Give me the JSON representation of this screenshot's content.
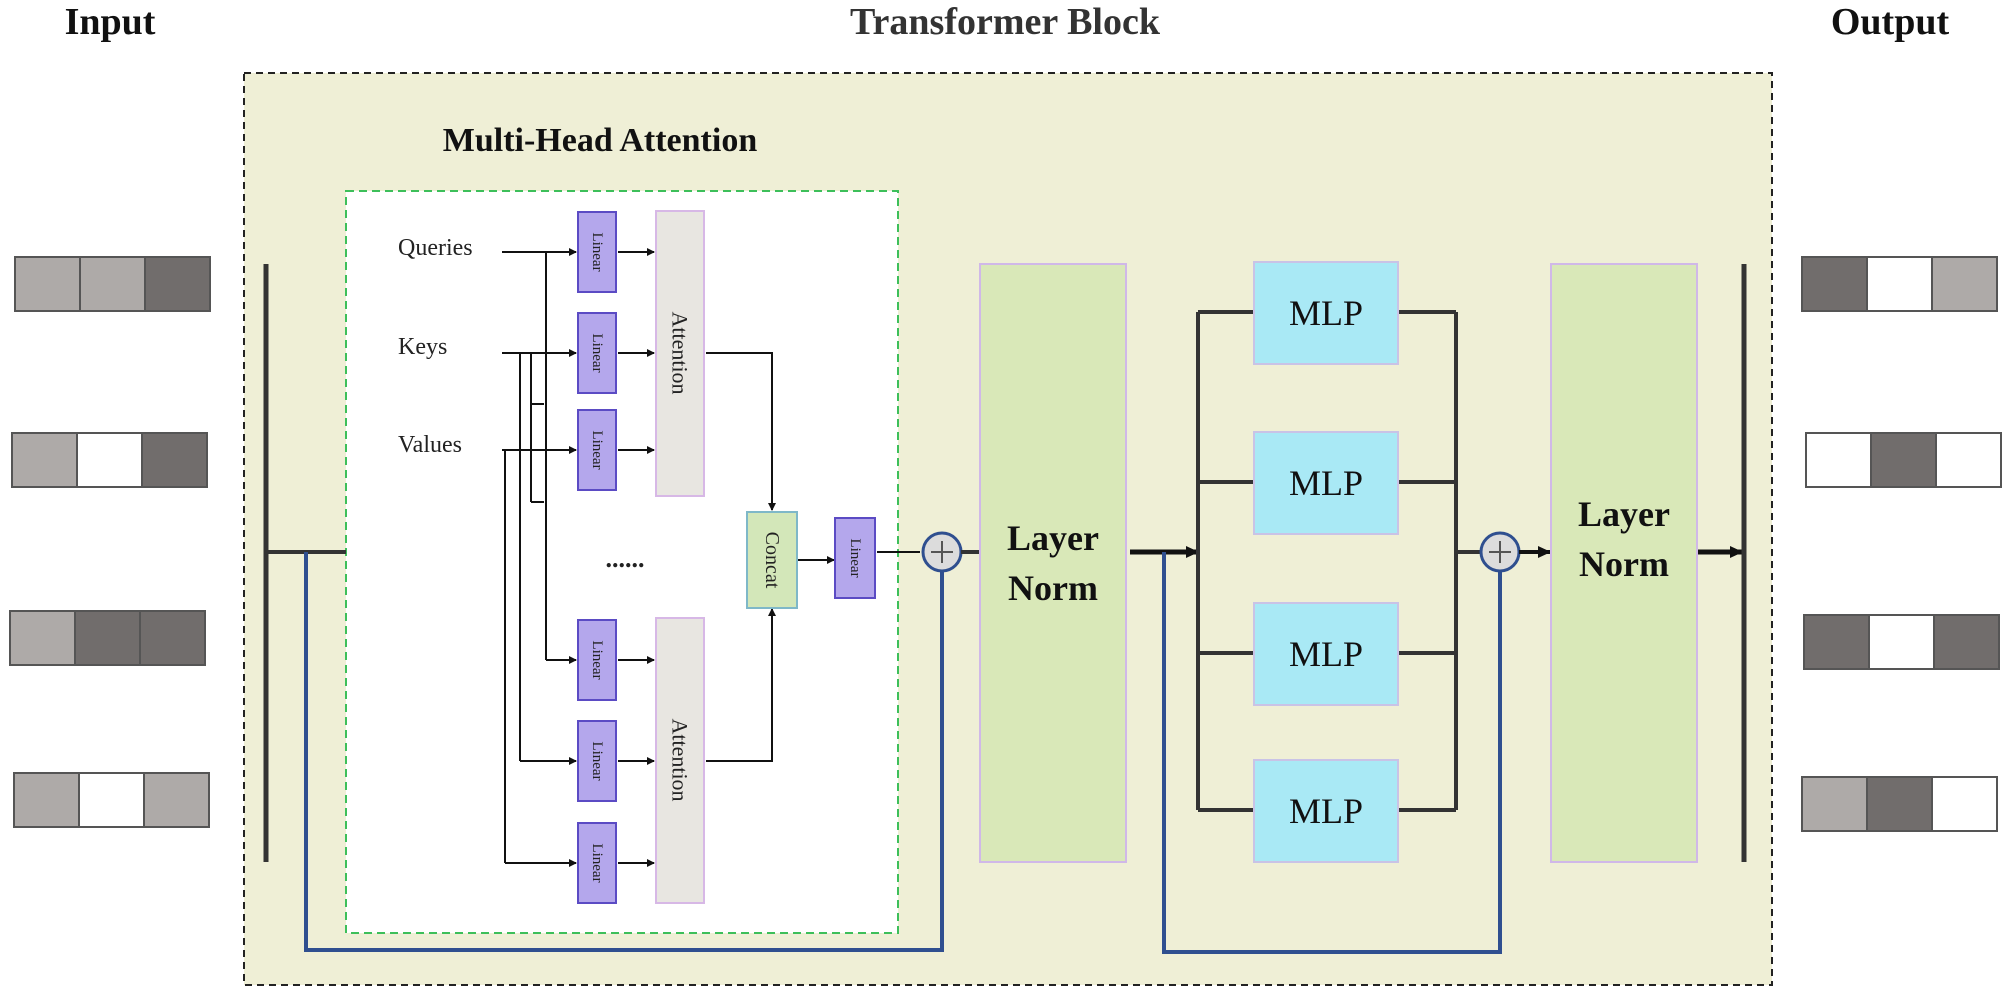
{
  "headings": {
    "input": "Input",
    "transformer_block": "Transformer Block",
    "output": "Output",
    "multi_head_attention": "Multi-Head Attention"
  },
  "attention": {
    "queries": "Queries",
    "keys": "Keys",
    "values": "Values",
    "linear": "Linear",
    "attention": "Attention",
    "concat": "Concat",
    "ellipsis": "......"
  },
  "layer_norm": [
    "Layer",
    "Norm"
  ],
  "mlp_label": "MLP",
  "token_shades": {
    "input": [
      [
        "light",
        "light",
        "dark"
      ],
      [
        "light",
        "white",
        "dark"
      ],
      [
        "light",
        "dark",
        "dark"
      ],
      [
        "light",
        "white",
        "light"
      ]
    ],
    "output": [
      [
        "dark",
        "white",
        "light"
      ],
      [
        "white",
        "dark",
        "white"
      ],
      [
        "dark",
        "white",
        "dark"
      ],
      [
        "light",
        "dark",
        "white"
      ]
    ]
  },
  "colors": {
    "block_bg": "#efefd6",
    "linear_fill": "#b4a7ec",
    "linear_stroke": "#5b4bc4",
    "attention_fill": "#e8e6e1",
    "concat_fill": "#d3e7b9",
    "layer_norm_fill": "#d9e8b8",
    "mlp_fill": "#a9e9f5",
    "residual": "#2f4f8f",
    "mha_border": "#3dbf5a",
    "shade_light": "#aeaaa8",
    "shade_dark": "#716d6c",
    "shade_white": "#ffffff"
  }
}
